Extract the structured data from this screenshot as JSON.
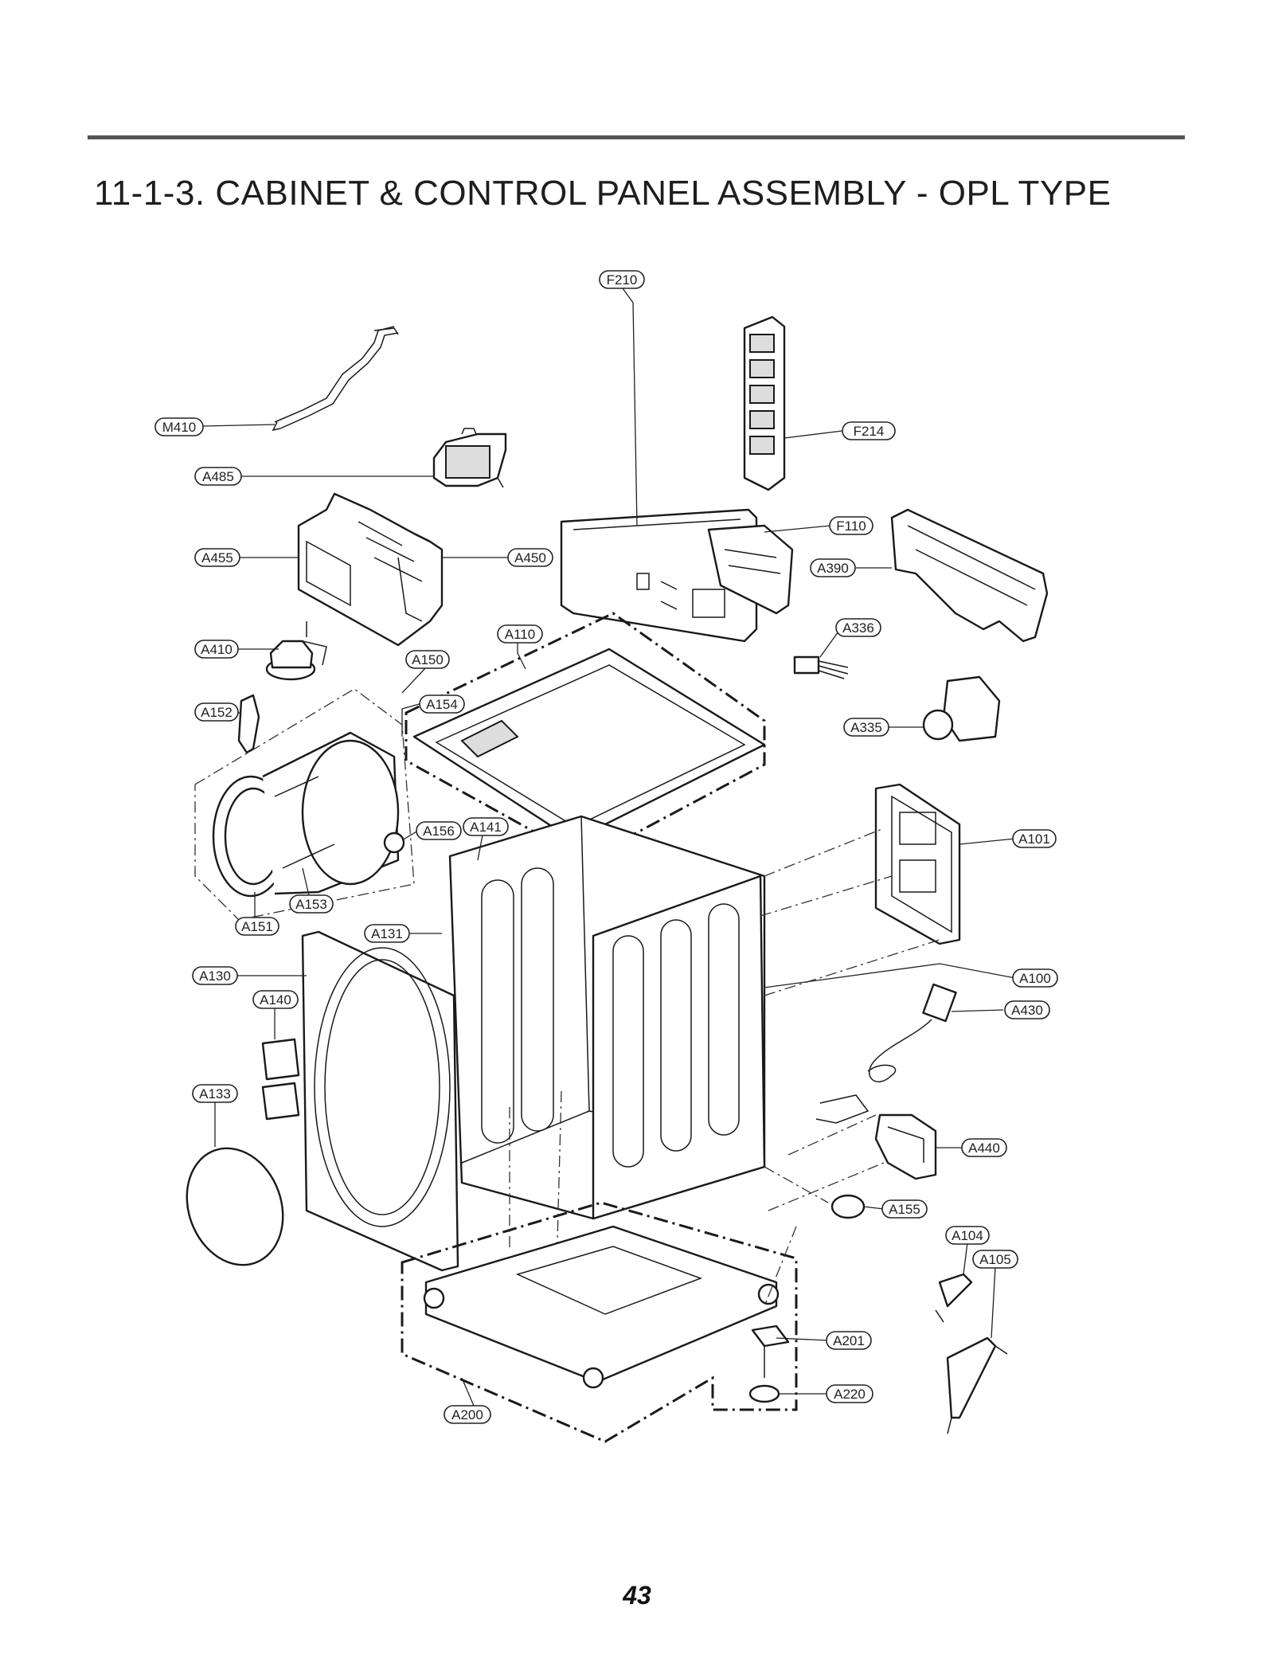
{
  "header": {
    "title": "11-1-3. CABINET & CONTROL PANEL ASSEMBLY - OPL TYPE"
  },
  "footer": {
    "page_number": "43"
  },
  "callouts": [
    {
      "label": "M410"
    },
    {
      "label": "A485"
    },
    {
      "label": "A455"
    },
    {
      "label": "A450"
    },
    {
      "label": "A410"
    },
    {
      "label": "A150"
    },
    {
      "label": "A154"
    },
    {
      "label": "A152"
    },
    {
      "label": "A156"
    },
    {
      "label": "A141"
    },
    {
      "label": "A153"
    },
    {
      "label": "A151"
    },
    {
      "label": "A131"
    },
    {
      "label": "A130"
    },
    {
      "label": "A140"
    },
    {
      "label": "A133"
    },
    {
      "label": "A200"
    },
    {
      "label": "F214"
    },
    {
      "label": "F210"
    },
    {
      "label": "F110"
    },
    {
      "label": "A390"
    },
    {
      "label": "A110"
    },
    {
      "label": "A336"
    },
    {
      "label": "A335"
    },
    {
      "label": "A101"
    },
    {
      "label": "A100"
    },
    {
      "label": "A430"
    },
    {
      "label": "A440"
    },
    {
      "label": "A155"
    },
    {
      "label": "A104"
    },
    {
      "label": "A105"
    },
    {
      "label": "A201"
    },
    {
      "label": "A220"
    }
  ]
}
